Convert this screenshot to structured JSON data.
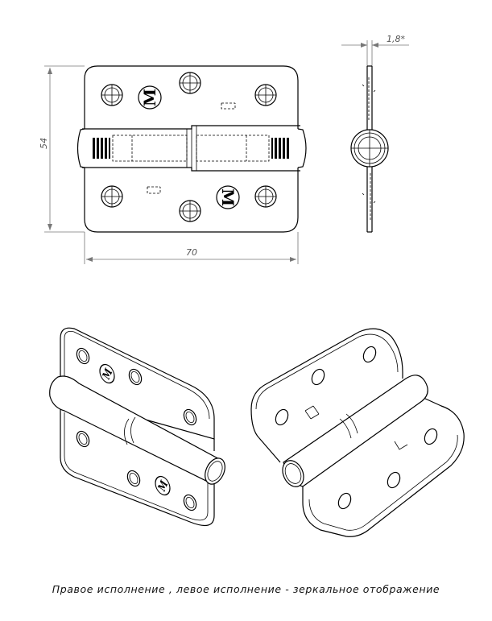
{
  "dimensions": {
    "height": "54",
    "width": "70",
    "thickness": "1,8*"
  },
  "logo_letter": "M",
  "caption": "Правое исполнение  , левое исполнение - зеркальное отображение"
}
